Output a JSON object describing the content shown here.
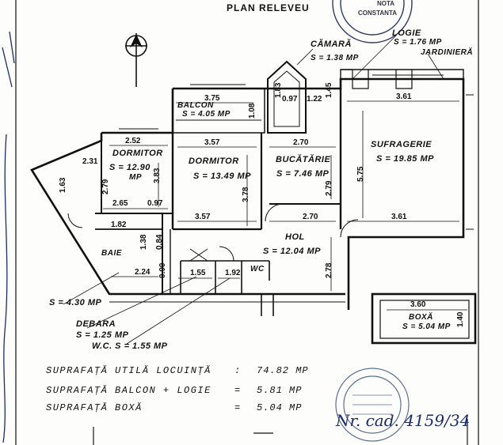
{
  "title": "PLAN RELEVEU",
  "stamp_top": {
    "line1": "NOTA",
    "line2": "CONSTANTA"
  },
  "labels": {
    "logie": "LOGIE",
    "logie_s": "S = 1.76 MP",
    "jardiniera": "JARDINIERĂ",
    "camara": "CĂMARĂ",
    "camara_s": "S = 1.38 MP",
    "balcon": "BALCON",
    "balcon_s": "S = 4.05 MP",
    "dormitor1": "DORMITOR",
    "dormitor1_s": "S = 12.90",
    "dormitor1_mp": "MP",
    "dormitor2": "DORMITOR",
    "dormitor2_s": "S = 13.49 MP",
    "bucatarie": "BUCĂTĂRIE",
    "bucatarie_s": "S = 7.46 MP",
    "sufragerie": "SUFRAGERIE",
    "sufragerie_s": "S = 19.85 MP",
    "hol": "HOL",
    "hol_s": "S = 12.04 MP",
    "baie": "BAIE",
    "wc": "WC",
    "boxa": "BOXĂ",
    "boxa_s": "S = 5.04 MP",
    "baie_s": "S = 4.30 MP",
    "debara": "DEBARA",
    "debara_s": "S = 1.25 MP",
    "wc_s": "W.C.  S = 1.55 MP"
  },
  "dims": {
    "d_375": "3.75",
    "d_108": "1.08",
    "d_183": "1.83",
    "d_097a": "0.97",
    "d_122": "1.22",
    "d_145": "1.45",
    "d_361a": "3.61",
    "d_252": "2.52",
    "d_357a": "3.57",
    "d_270a": "2.70",
    "d_231": "2.31",
    "d_163": "1.63",
    "d_279a": "2.79",
    "d_383": "3.83",
    "d_378": "3.78",
    "d_279b": "2.79",
    "d_575": "5.75",
    "d_265": "2.65",
    "d_097b": "0.97",
    "d_357b": "3.57",
    "d_270b": "2.70",
    "d_361b": "3.61",
    "d_182": "1.82",
    "d_138": "1.38",
    "d_084": "0.84",
    "d_224": "2.24",
    "d_090": "0.90",
    "d_155": "1.55",
    "d_192": "1.92",
    "d_278": "2.78",
    "d_360": "3.60",
    "d_140": "1.40"
  },
  "summary": [
    {
      "label": "SUPRAFAȚĂ UTILĂ LOCUINȚĂ",
      "sep": ":",
      "value": "74.82 MP"
    },
    {
      "label": "SUPRAFAȚĂ BALCON + LOGIE",
      "sep": "=",
      "value": "5.81 MP"
    },
    {
      "label": "SUPRAFAȚĂ BOXĂ",
      "sep": "=",
      "value": "5.04 MP"
    }
  ],
  "cadastral": "Nr. cad. 4159/34"
}
